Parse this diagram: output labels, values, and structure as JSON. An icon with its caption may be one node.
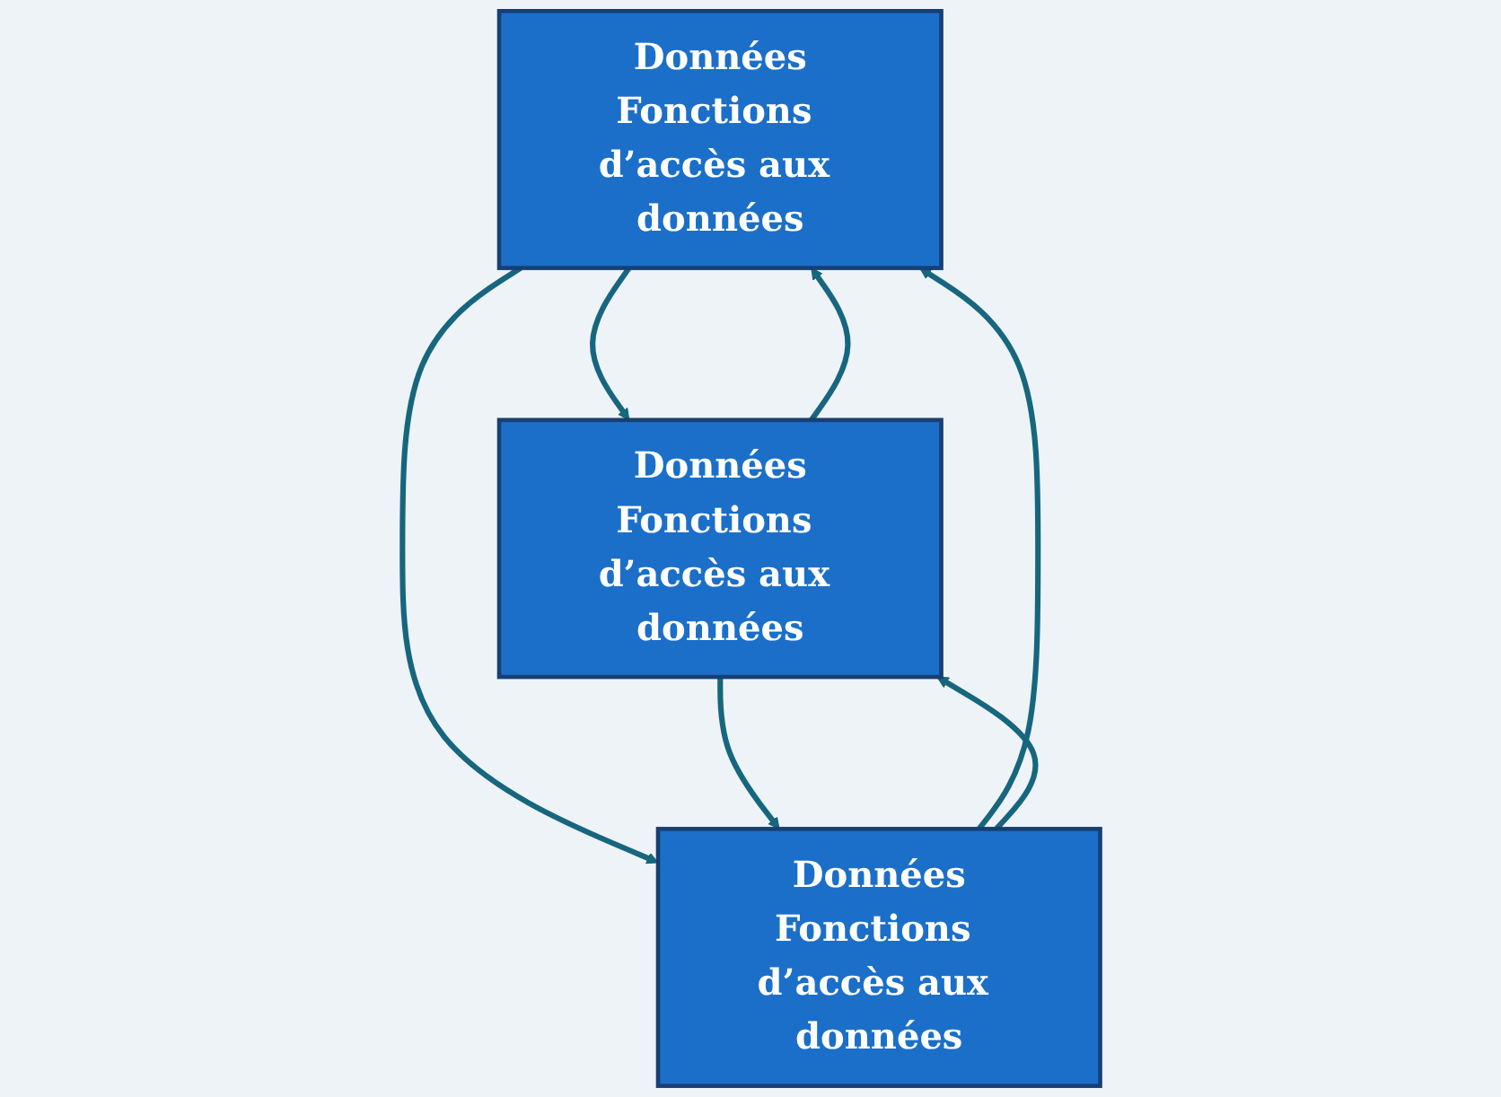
{
  "diagram": {
    "nodes": [
      {
        "text": [
          "Données",
          "Fonctions d’accès aux données"
        ]
      },
      {
        "text": [
          "Données",
          "Fonctions d’accès aux données"
        ]
      },
      {
        "text": [
          "Données",
          "Fonctions d’accès aux données"
        ]
      }
    ],
    "edges": [
      {
        "from": 1,
        "to": 0,
        "arrow": "to"
      },
      {
        "from": 0,
        "to": 1,
        "arrow": "to"
      },
      {
        "from": 0,
        "to": 2,
        "arrow": "to"
      },
      {
        "from": 2,
        "to": 0,
        "arrow": "to"
      },
      {
        "from": 2,
        "to": 1,
        "arrow": "to"
      },
      {
        "from": 1,
        "to": 2,
        "arrow": "to"
      }
    ]
  }
}
